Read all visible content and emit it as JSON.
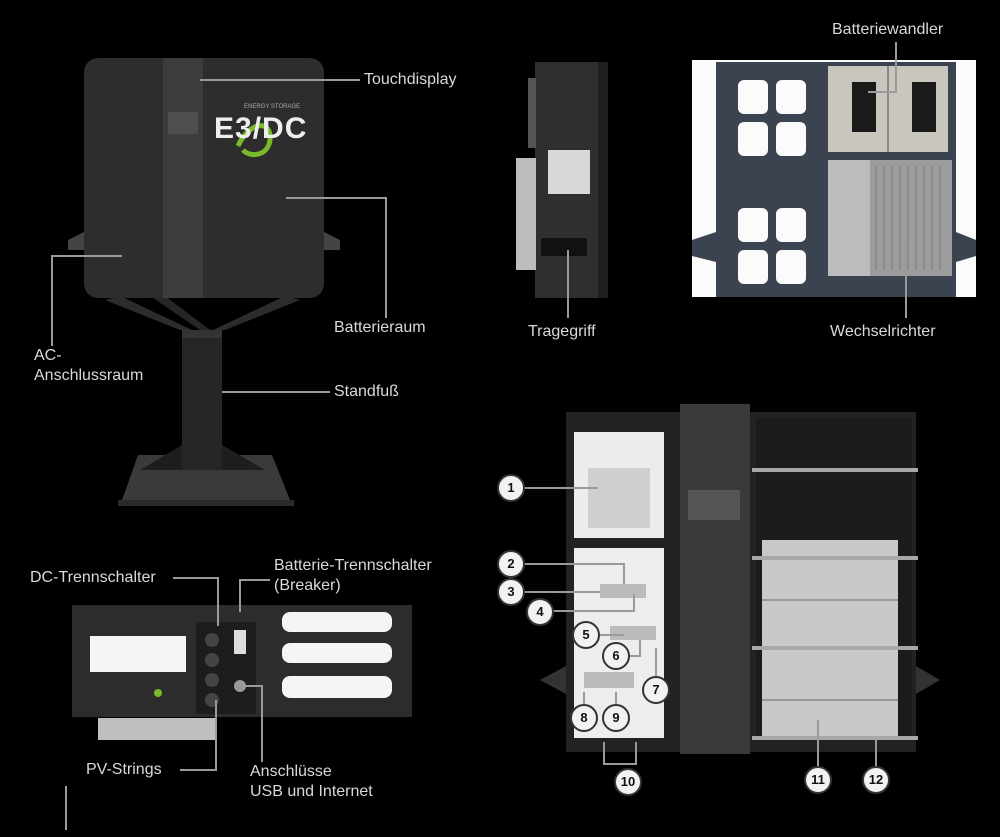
{
  "labels": {
    "touchdisplay": "Touchdisplay",
    "batterieraum": "Batterieraum",
    "ac_anschlussraum": "AC-\nAnschlussraum",
    "standfuss": "Standfuß",
    "tragegriff": "Tragegriff",
    "batteriewandler": "Batteriewandler",
    "wechselrichter": "Wechselrichter",
    "dc_trennschalter": "DC-Trennschalter",
    "batterie_trennschalter": "Batterie-Trennschalter\n(Breaker)",
    "pv_strings": "PV-Strings",
    "anschluesse": "Anschlüsse\nUSB und Internet"
  },
  "logo": {
    "brand": "E3/DC",
    "tagline": "ENERGY STORAGE"
  },
  "callouts": [
    "1",
    "2",
    "3",
    "4",
    "5",
    "6",
    "7",
    "8",
    "9",
    "10",
    "11",
    "12"
  ],
  "colors": {
    "background": "#000000",
    "housing": "#2b2b2b",
    "panel_blue": "#3b4350",
    "label": "#d9d9d9",
    "logo_green": "#7ab929"
  }
}
